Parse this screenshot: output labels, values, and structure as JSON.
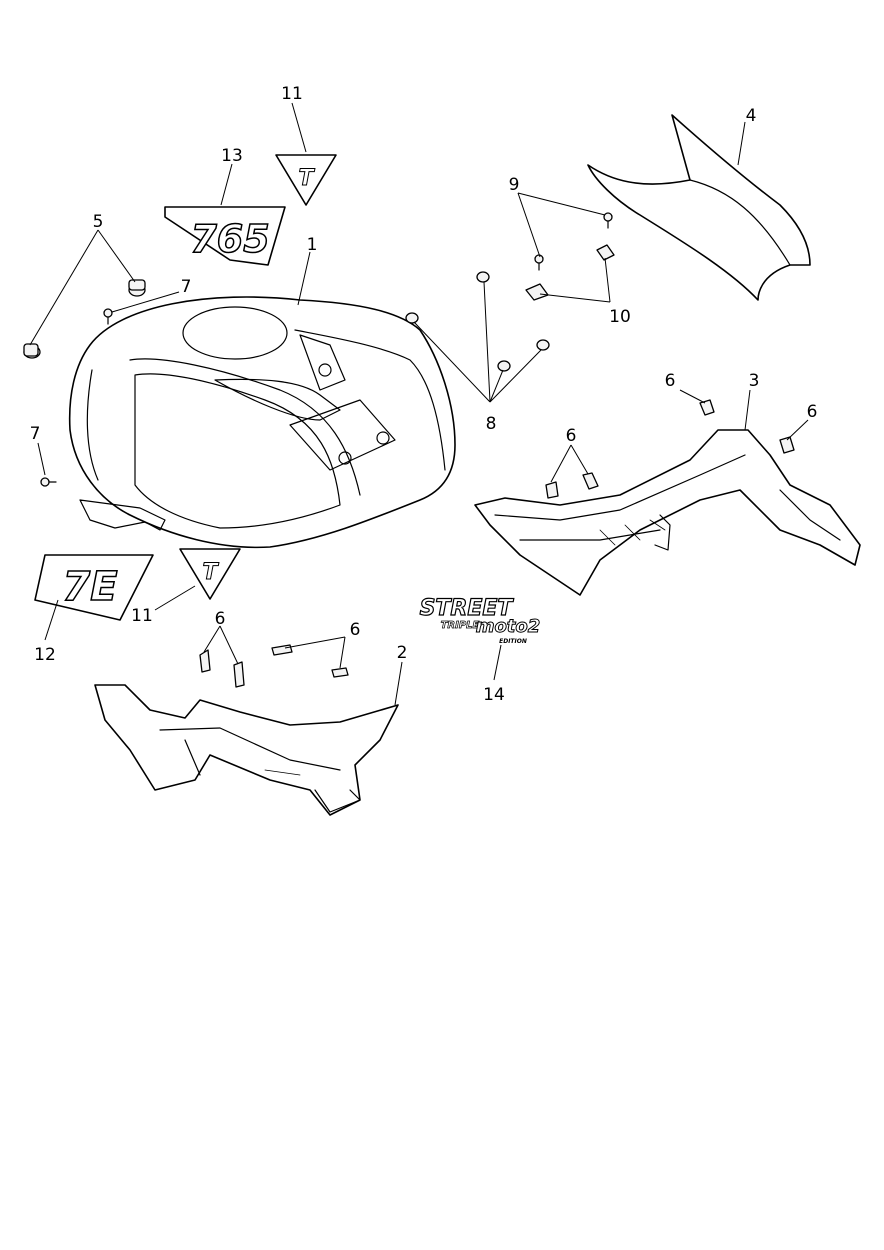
{
  "callouts": [
    {
      "id": "label-1",
      "text": "1"
    },
    {
      "id": "label-2",
      "text": "2"
    },
    {
      "id": "label-3",
      "text": "3"
    },
    {
      "id": "label-4",
      "text": "4"
    },
    {
      "id": "label-5",
      "text": "5"
    },
    {
      "id": "label-6a",
      "text": "6"
    },
    {
      "id": "label-6b",
      "text": "6"
    },
    {
      "id": "label-6c",
      "text": "6"
    },
    {
      "id": "label-6d",
      "text": "6"
    },
    {
      "id": "label-6e",
      "text": "6"
    },
    {
      "id": "label-7a",
      "text": "7"
    },
    {
      "id": "label-7b",
      "text": "7"
    },
    {
      "id": "label-8",
      "text": "8"
    },
    {
      "id": "label-9",
      "text": "9"
    },
    {
      "id": "label-10",
      "text": "10"
    },
    {
      "id": "label-11a",
      "text": "11"
    },
    {
      "id": "label-11b",
      "text": "11"
    },
    {
      "id": "label-12",
      "text": "12"
    },
    {
      "id": "label-13",
      "text": "13"
    },
    {
      "id": "label-14",
      "text": "14"
    }
  ],
  "decals": {
    "decal_12_text": "7E",
    "decal_13_text": "765",
    "decal_14_line1": "STREET",
    "decal_14_line2": "TRIPLE",
    "decal_14_line3": "moto2",
    "decal_14_line4": "EDITION",
    "badge_letter": "T"
  }
}
